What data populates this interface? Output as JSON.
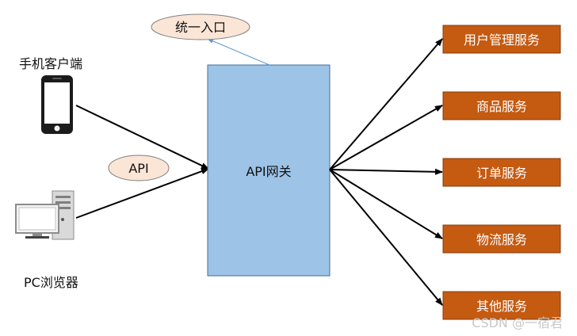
{
  "diagram": {
    "clients": [
      {
        "label": "手机客户端"
      },
      {
        "label": "PC浏览器"
      }
    ],
    "gateway": {
      "label": "API网关"
    },
    "callouts": {
      "entry": "统一入口",
      "api": "API"
    },
    "services": [
      {
        "label": "用户管理服务"
      },
      {
        "label": "商品服务"
      },
      {
        "label": "订单服务"
      },
      {
        "label": "物流服务"
      },
      {
        "label": "其他服务"
      }
    ],
    "watermark": "CSDN @一宿君"
  },
  "colors": {
    "gateway_fill": "#9dc3e6",
    "gateway_stroke": "#41719c",
    "service_fill": "#c55a11",
    "service_stroke": "#843c0c",
    "ellipse_fill": "#fbe5d6",
    "ellipse_stroke": "#7f7f7f",
    "entry_arrow": "#5b9bd5"
  }
}
